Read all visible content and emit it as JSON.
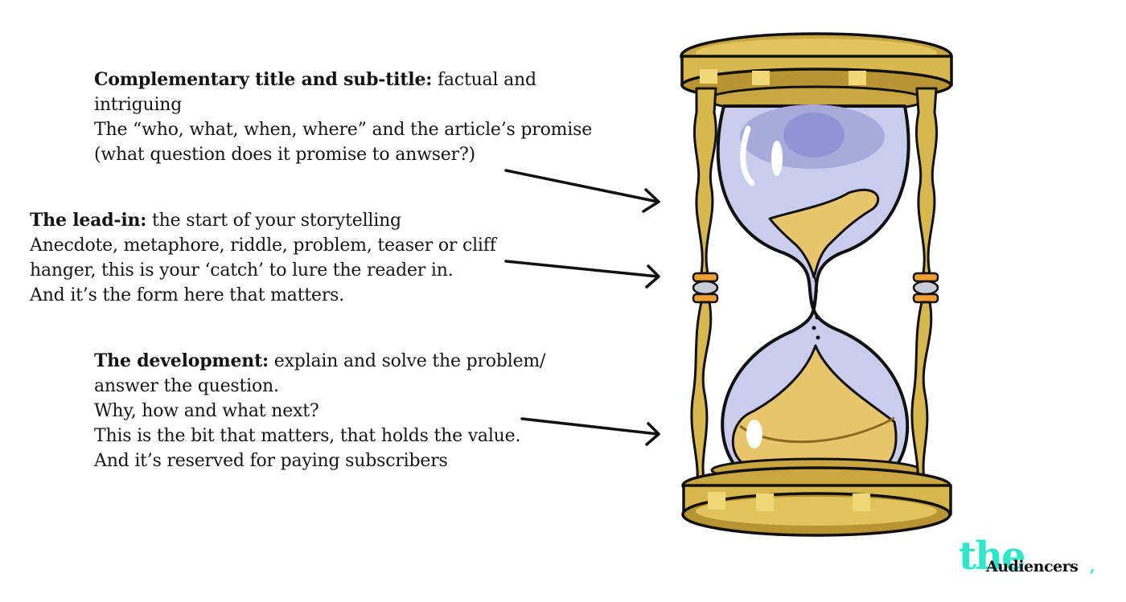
{
  "blocks": {
    "title": {
      "heading": "Complementary title and sub-title:",
      "line1_rest": " factual and",
      "line2": "intriguing",
      "line3": "The “who, what, when, where” and the article’s promise",
      "line4": "(what question does it promise to anwser?)"
    },
    "lead": {
      "heading": "The lead-in:",
      "line1_rest": " the start of your storytelling",
      "line2": "Anecdote, metaphore, riddle, problem, teaser or cliff",
      "line3": "hanger, this is your ‘catch’ to lure the reader in.",
      "line4": "And it’s the form here that matters."
    },
    "development": {
      "heading": "The development:",
      "line1_rest": " explain and solve the problem/",
      "line2": "answer the question.",
      "line3": "Why, how and what next?",
      "line4": "This is the bit that matters, that holds the value.",
      "line5": "And it’s reserved for paying subscribers"
    }
  },
  "illustration": {
    "name": "hourglass",
    "sand_color": "#e8c56a",
    "glass_color": "#c9ccec",
    "frame_color": "#d9b84c"
  },
  "logo": {
    "the": "the",
    "audiencers": "Audiencers",
    "comma": ",",
    "accent": "#2ee6c9"
  }
}
